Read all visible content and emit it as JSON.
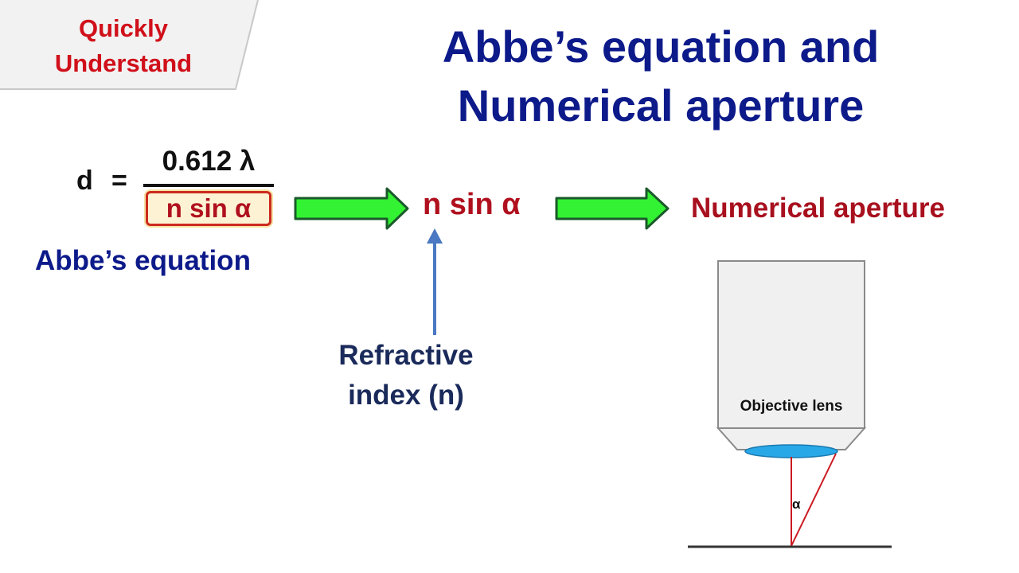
{
  "badge": {
    "line1": "Quickly",
    "line2": "Understand"
  },
  "title": {
    "line1": "Abbe’s equation and",
    "line2": "Numerical aperture"
  },
  "equation": {
    "lhs": "d",
    "equals": "=",
    "numerator": "0.612 λ",
    "denominator": "n sin α"
  },
  "labels": {
    "abbe_equation": "Abbe’s equation",
    "middle_expression": "n sin α",
    "numerical_aperture": "Numerical aperture",
    "refractive_line1": "Refractive",
    "refractive_line2": "index (n)"
  },
  "lens_diagram": {
    "objective_label": "Objective lens",
    "angle_label": "α"
  },
  "colors": {
    "title_blue": "#0d1a8a",
    "accent_red": "#b0101e",
    "badge_red": "#d0101a",
    "arrow_green": "#33f233",
    "lens_blue": "#29a8e8",
    "up_arrow_blue": "#4a78c2"
  }
}
